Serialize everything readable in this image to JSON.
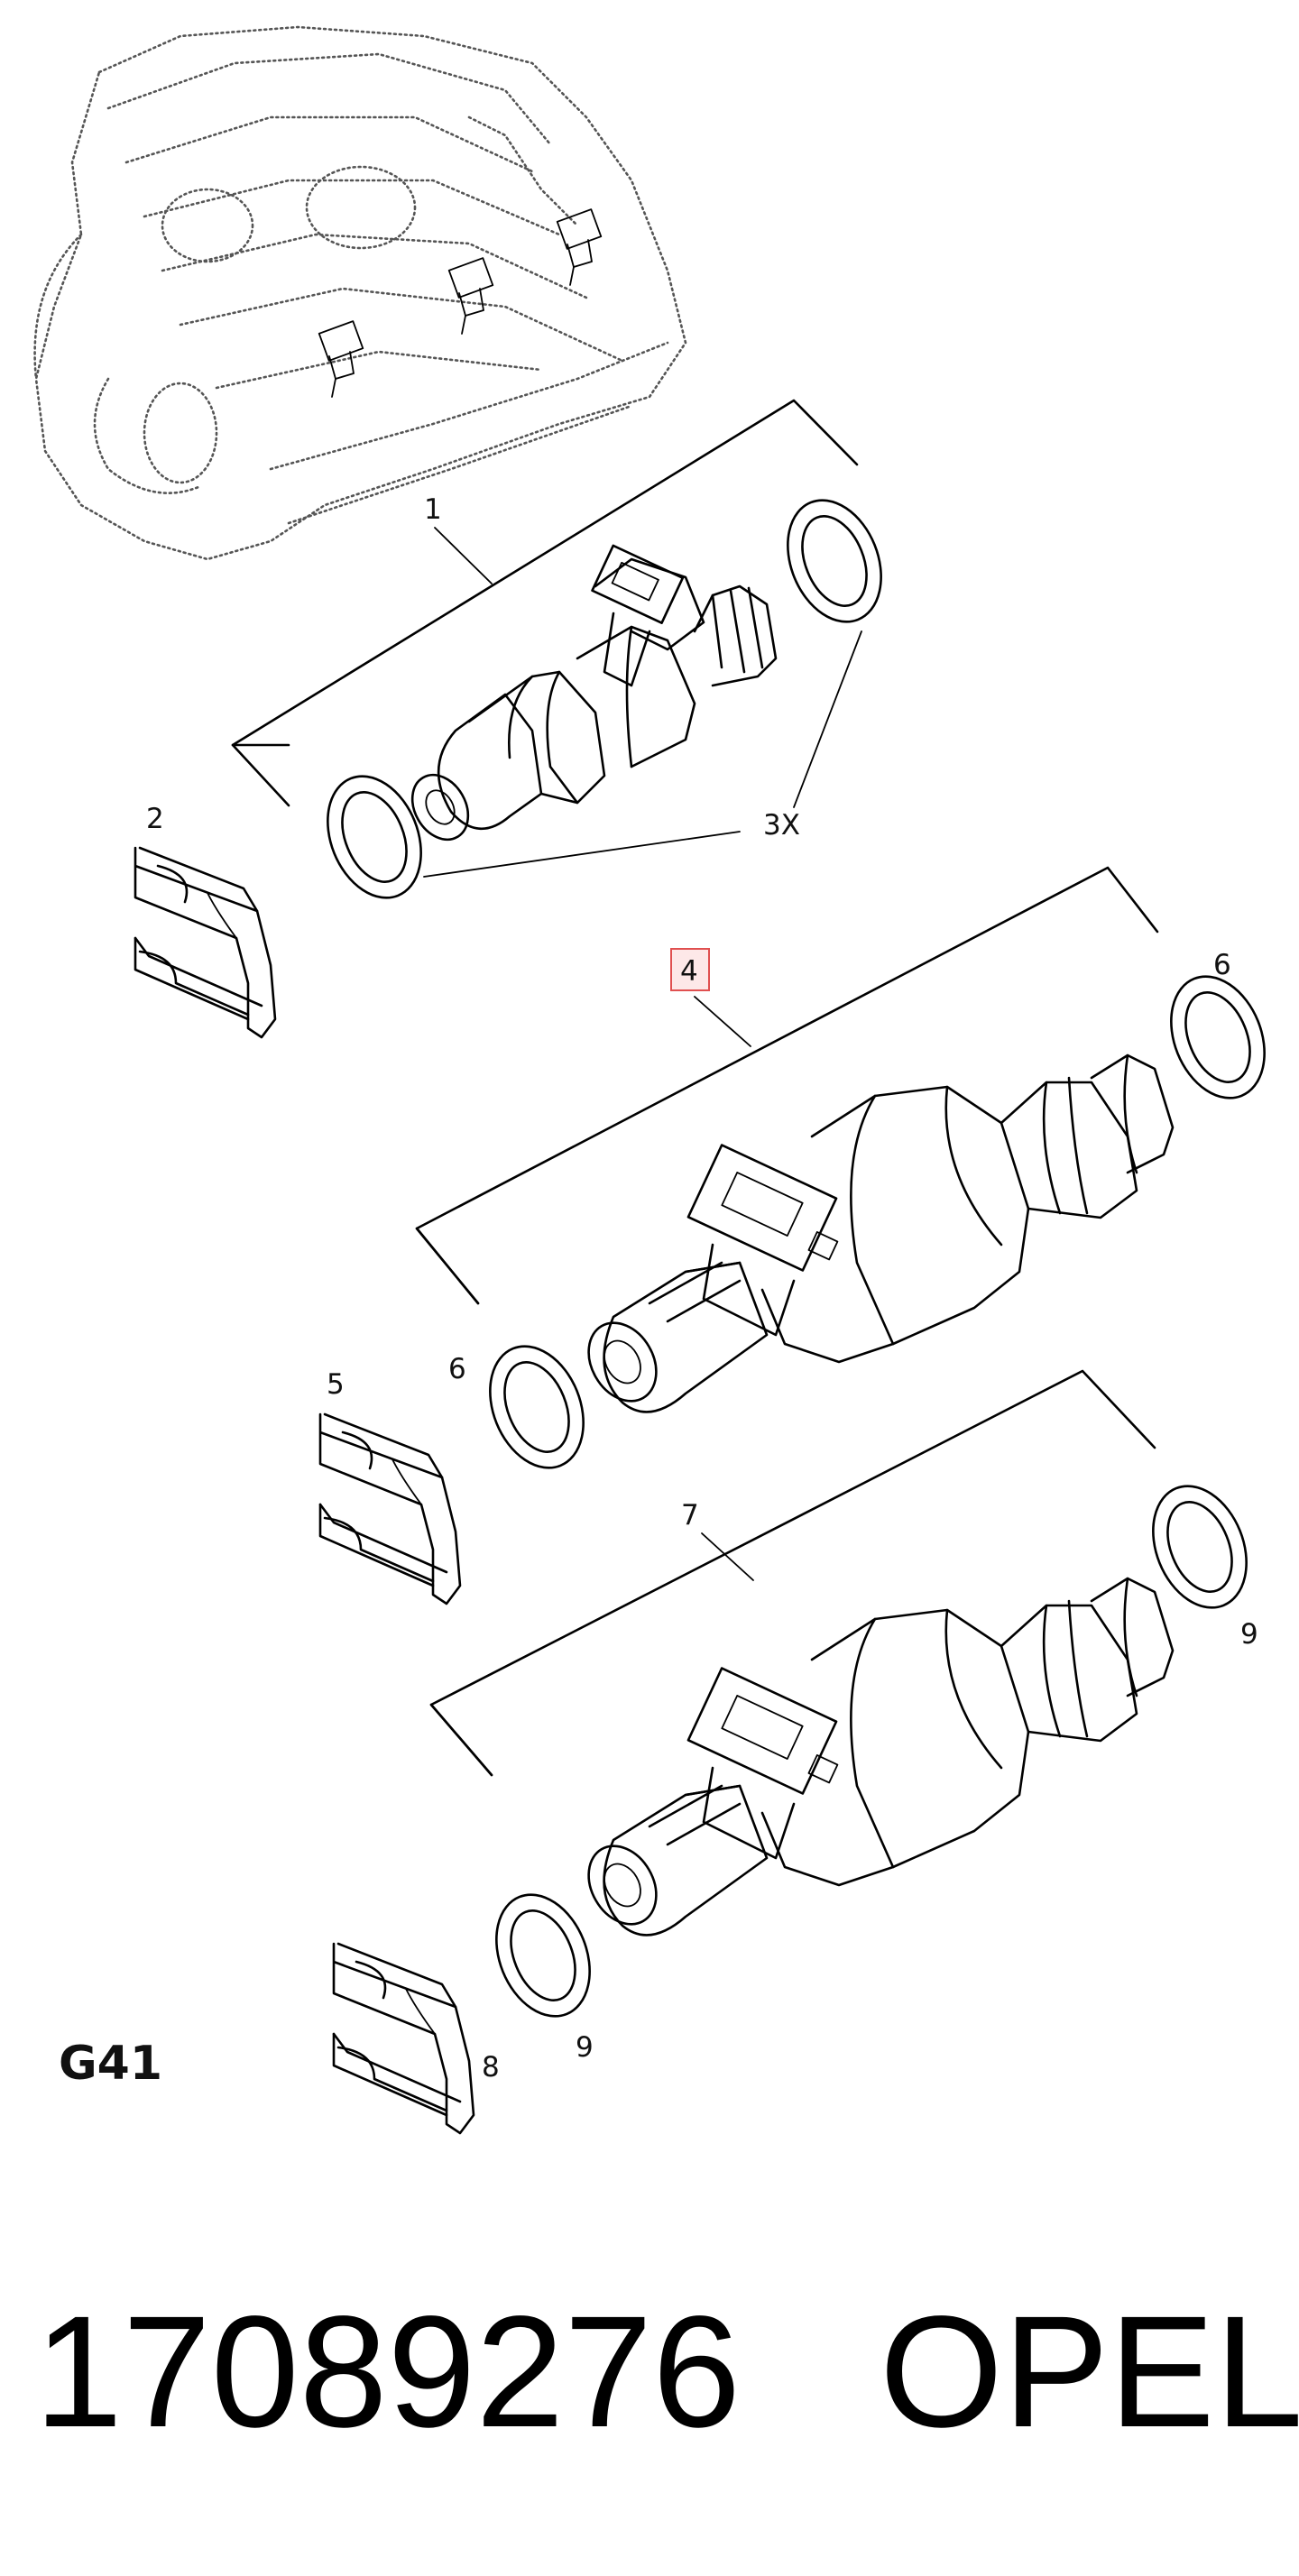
{
  "diagram": {
    "callouts": {
      "c1": "1",
      "c2": "2",
      "c3x": "3X",
      "c4": "4",
      "c5": "5",
      "c6a": "6",
      "c6b": "6",
      "c7": "7",
      "c8": "8",
      "c9a": "9",
      "c9b": "9"
    },
    "code": "G41",
    "highlight_color": "#e05050"
  },
  "footer": {
    "part_number": "17089276",
    "brand": "OPEL"
  }
}
